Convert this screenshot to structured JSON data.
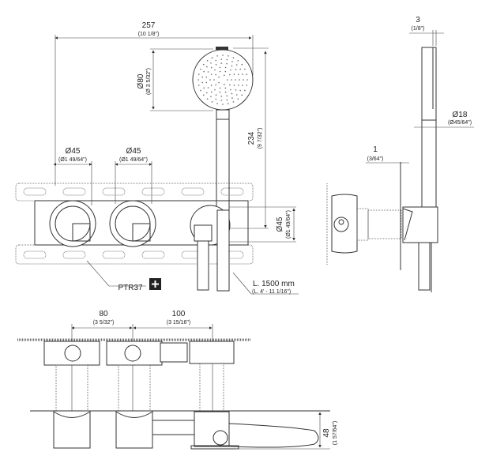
{
  "front_view": {
    "overall_width": {
      "value": "257",
      "inch": "(10 1/8\")"
    },
    "head_diameter": {
      "value": "Ø80",
      "inch": "(Ø 3 5/32\")"
    },
    "height": {
      "value": "234",
      "inch": "(9 7/32\")"
    },
    "valve_left": {
      "value": "Ø45",
      "inch": "(Ø1 49/64\")"
    },
    "valve_mid": {
      "value": "Ø45",
      "inch": "(Ø1 49/64\")"
    },
    "outlet_diameter": {
      "value": "Ø45",
      "inch": "(Ø1 49/64\")"
    },
    "part_code": "PTR37",
    "hose_length": {
      "value": "L. 1500 mm",
      "inch": "(L. 4' - 11 1/16\")"
    }
  },
  "side_view": {
    "thickness": {
      "value": "3",
      "inch": "(1/8\")"
    },
    "handle_diameter": {
      "value": "Ø18",
      "inch": "(Ø45/64\")"
    },
    "gap": {
      "value": "1",
      "inch": "(3/64\")"
    }
  },
  "top_view": {
    "spacing_1": {
      "value": "80",
      "inch": "(3 5/32\")"
    },
    "spacing_2": {
      "value": "100",
      "inch": "(3 15/16\")"
    },
    "depth": {
      "value": "48",
      "inch": "(1 57/64\")"
    }
  }
}
